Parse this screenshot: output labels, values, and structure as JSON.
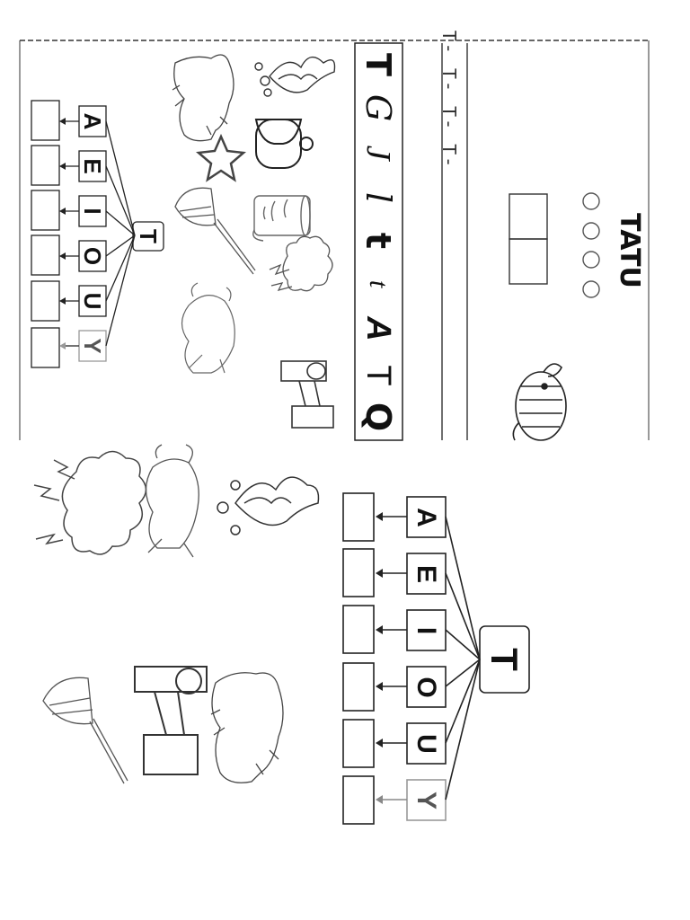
{
  "worksheet": {
    "title": "TATU",
    "hub_letter": "T",
    "vowels": [
      "A",
      "E",
      "I",
      "O",
      "U",
      "Y"
    ],
    "letter_forms": [
      "T",
      "G",
      "J",
      "l",
      "t",
      "t",
      "A",
      "T",
      "Q"
    ],
    "trace_line": "T- T- T- T-",
    "pictures_top": [
      "fire-icon",
      "wolf-icon",
      "bell-icon",
      "star-icon",
      "paint-bucket-icon",
      "broom-icon",
      "cloud-icon",
      "cat-icon",
      "bed-icon",
      "armadillo-icon"
    ],
    "pictures_bottom": [
      "thunder-cloud-icon",
      "cat-icon",
      "fire-icon",
      "broom-icon",
      "bed-icon",
      "wolf-icon"
    ]
  }
}
